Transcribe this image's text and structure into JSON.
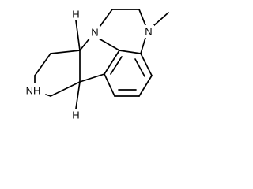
{
  "molecule": {
    "atoms": {
      "n_ring": "N",
      "n_methyl": "N",
      "n_h": "NH",
      "h_top": "H",
      "h_bottom": "H"
    }
  }
}
